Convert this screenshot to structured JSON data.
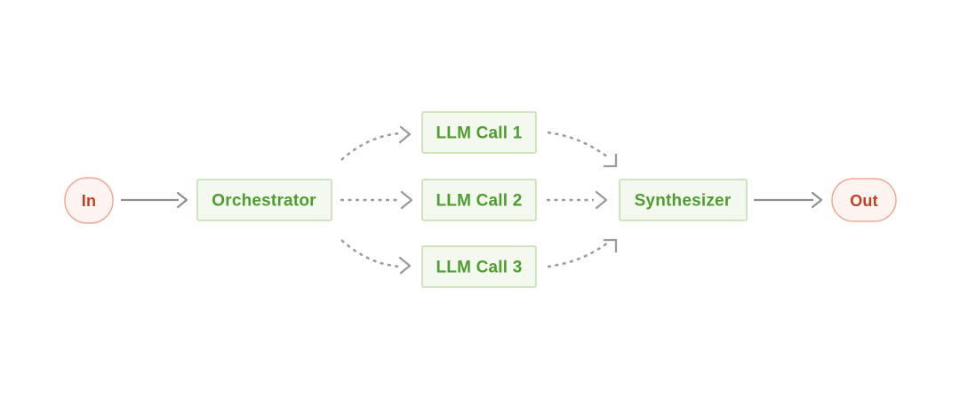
{
  "diagram": {
    "nodes": {
      "in": {
        "label": "In",
        "shape": "pill"
      },
      "orchestrator": {
        "label": "Orchestrator",
        "shape": "box"
      },
      "llm_call_1": {
        "label": "LLM Call 1",
        "shape": "box"
      },
      "llm_call_2": {
        "label": "LLM Call 2",
        "shape": "box"
      },
      "llm_call_3": {
        "label": "LLM Call 3",
        "shape": "box"
      },
      "synthesizer": {
        "label": "Synthesizer",
        "shape": "box"
      },
      "out": {
        "label": "Out",
        "shape": "pill"
      }
    },
    "edges": [
      {
        "from": "in",
        "to": "orchestrator",
        "style": "solid"
      },
      {
        "from": "orchestrator",
        "to": "llm_call_1",
        "style": "dashed"
      },
      {
        "from": "orchestrator",
        "to": "llm_call_2",
        "style": "dashed"
      },
      {
        "from": "orchestrator",
        "to": "llm_call_3",
        "style": "dashed"
      },
      {
        "from": "llm_call_1",
        "to": "synthesizer",
        "style": "dashed"
      },
      {
        "from": "llm_call_2",
        "to": "synthesizer",
        "style": "dashed"
      },
      {
        "from": "llm_call_3",
        "to": "synthesizer",
        "style": "dashed"
      },
      {
        "from": "synthesizer",
        "to": "out",
        "style": "solid"
      }
    ],
    "colors": {
      "background": "#ffffff",
      "box_fill": "#f3f9ee",
      "box_border": "#c2dcae",
      "box_text": "#4f9d31",
      "pill_fill": "#fdf3f0",
      "pill_border": "#edaa95",
      "pill_text": "#bf4123",
      "solid_arrow": "#8f8f8f",
      "dashed_arrow": "#9b9b9b"
    }
  }
}
